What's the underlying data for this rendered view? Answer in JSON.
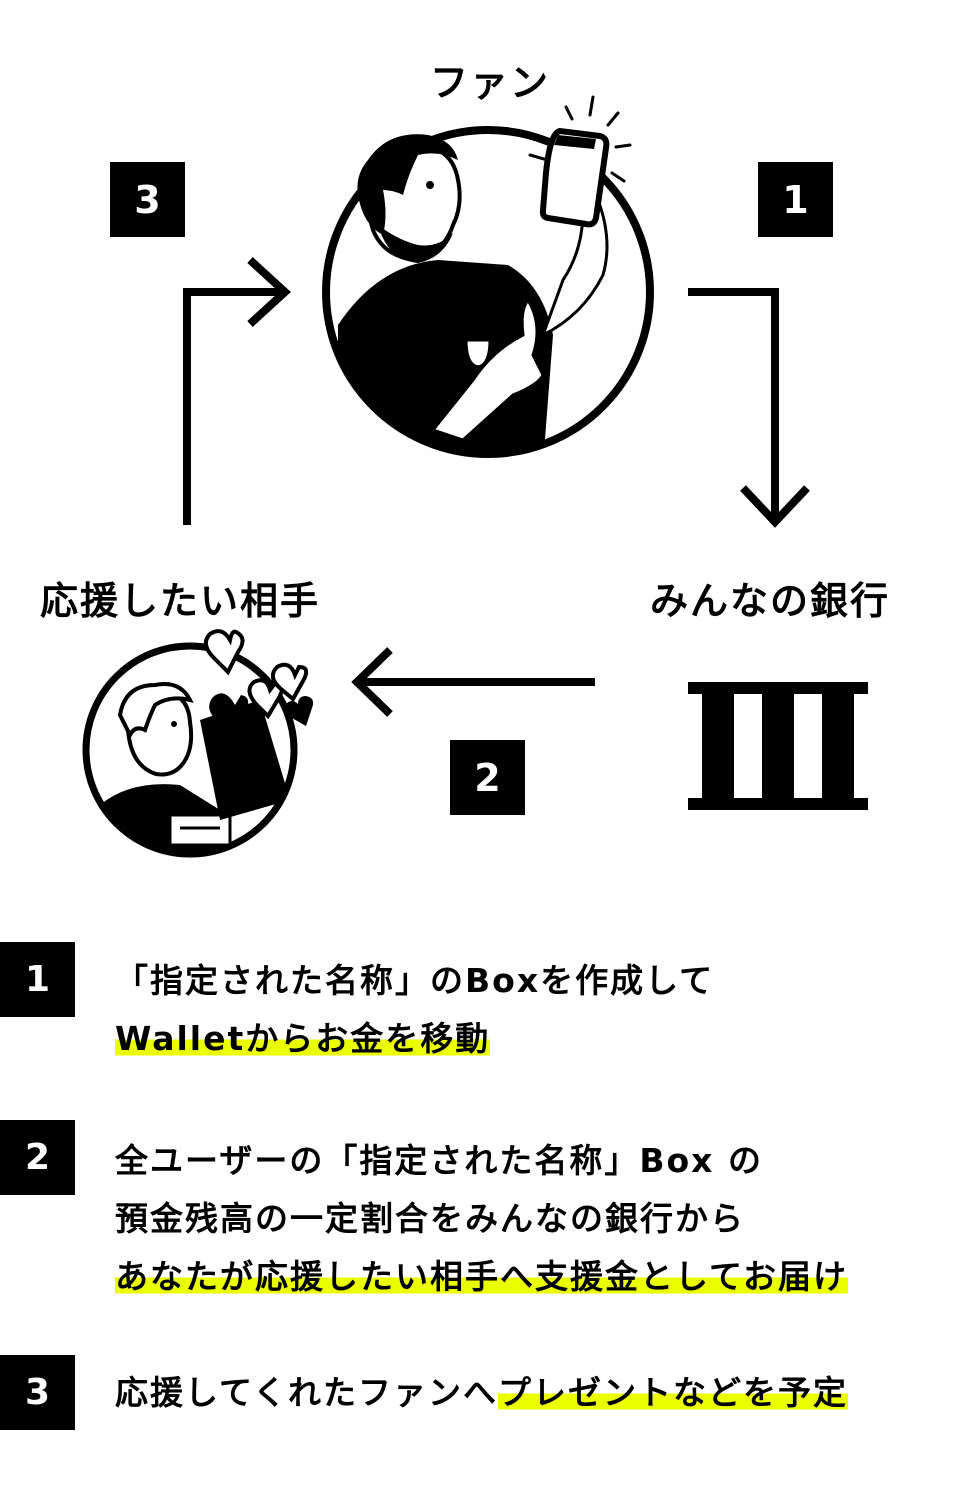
{
  "nodes": {
    "fan": {
      "label": "ファン"
    },
    "bank": {
      "label": "みんなの銀行"
    },
    "target": {
      "label": "応援したい相手"
    }
  },
  "badges": {
    "one": "1",
    "two": "2",
    "three": "3"
  },
  "steps": [
    {
      "number": "1",
      "line1": "「指定された名称」のBoxを作成して",
      "line2": "Walletからお金を移動"
    },
    {
      "number": "2",
      "line1": "全ユーザーの「指定された名称」Box の",
      "line2": "預金残高の一定割合をみんなの銀行から",
      "line3": "あなたが応援したい相手へ支援金としてお届け"
    },
    {
      "number": "3",
      "line1_plain": "応援してくれたファンへ",
      "line1_highlight": "プレゼントなどを予定"
    }
  ],
  "colors": {
    "highlight": "#eaff00",
    "ink": "#000000"
  }
}
